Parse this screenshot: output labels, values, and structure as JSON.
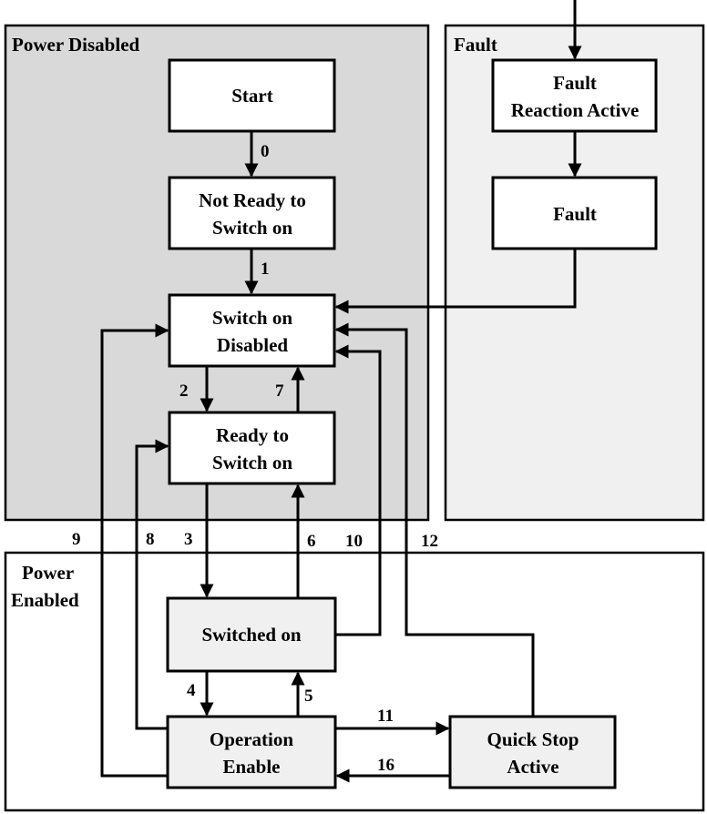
{
  "regions": {
    "power_disabled": {
      "title": "Power Disabled",
      "fill": "#d9d9d9"
    },
    "fault": {
      "title": "Fault",
      "fill": "#f0f0f0"
    },
    "power_enabled": {
      "title_line1": "Power",
      "title_line2": "Enabled",
      "fill": "#ffffff"
    }
  },
  "states": {
    "start": {
      "line1": "Start",
      "fill": "#ffffff"
    },
    "not_ready": {
      "line1": "Not Ready to",
      "line2": "Switch on",
      "fill": "#ffffff"
    },
    "switch_on_disabled": {
      "line1": "Switch on",
      "line2": "Disabled",
      "fill": "#ffffff"
    },
    "ready": {
      "line1": "Ready to",
      "line2": "Switch on",
      "fill": "#ffffff"
    },
    "switched_on": {
      "line1": "Switched on",
      "fill": "#f0f0f0"
    },
    "operation_enable": {
      "line1": "Operation",
      "line2": "Enable",
      "fill": "#f0f0f0"
    },
    "quick_stop": {
      "line1": "Quick Stop",
      "line2": "Active",
      "fill": "#f0f0f0"
    },
    "fault_reaction": {
      "line1": "Fault",
      "line2": "Reaction Active",
      "fill": "#ffffff"
    },
    "fault": {
      "line1": "Fault",
      "fill": "#ffffff"
    }
  },
  "transitions": {
    "t0": "0",
    "t1": "1",
    "t2": "2",
    "t3": "3",
    "t4": "4",
    "t5": "5",
    "t6": "6",
    "t7": "7",
    "t8": "8",
    "t9": "9",
    "t10": "10",
    "t11": "11",
    "t12": "12",
    "t16": "16"
  }
}
